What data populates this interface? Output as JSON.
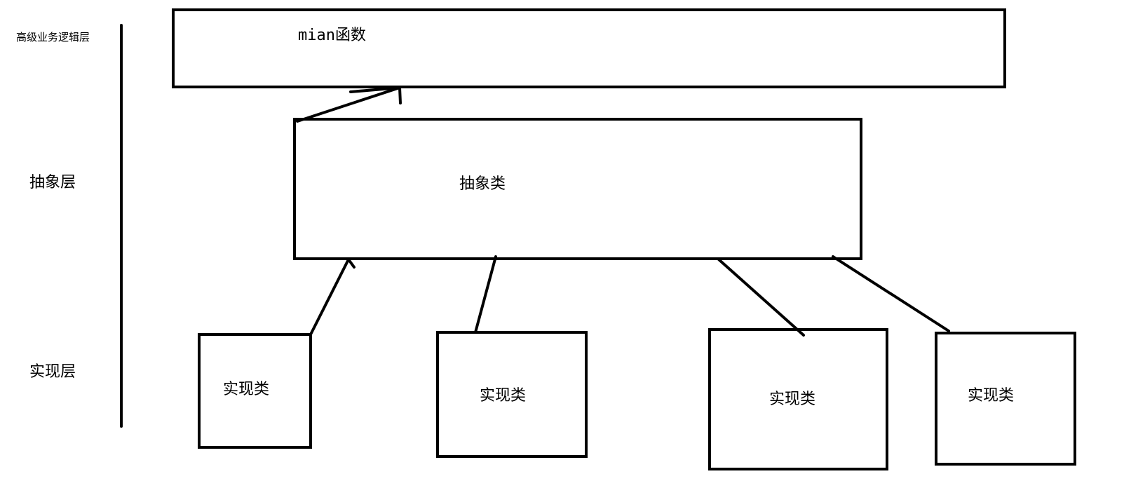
{
  "layers": {
    "high_level": "高级业务逻辑层",
    "abstract": "抽象层",
    "impl": "实现层"
  },
  "boxes": {
    "main_func": "mian函数",
    "abstract_class": "抽象类",
    "impl_classes": [
      "实现类",
      "实现类",
      "实现类",
      "实现类"
    ]
  }
}
